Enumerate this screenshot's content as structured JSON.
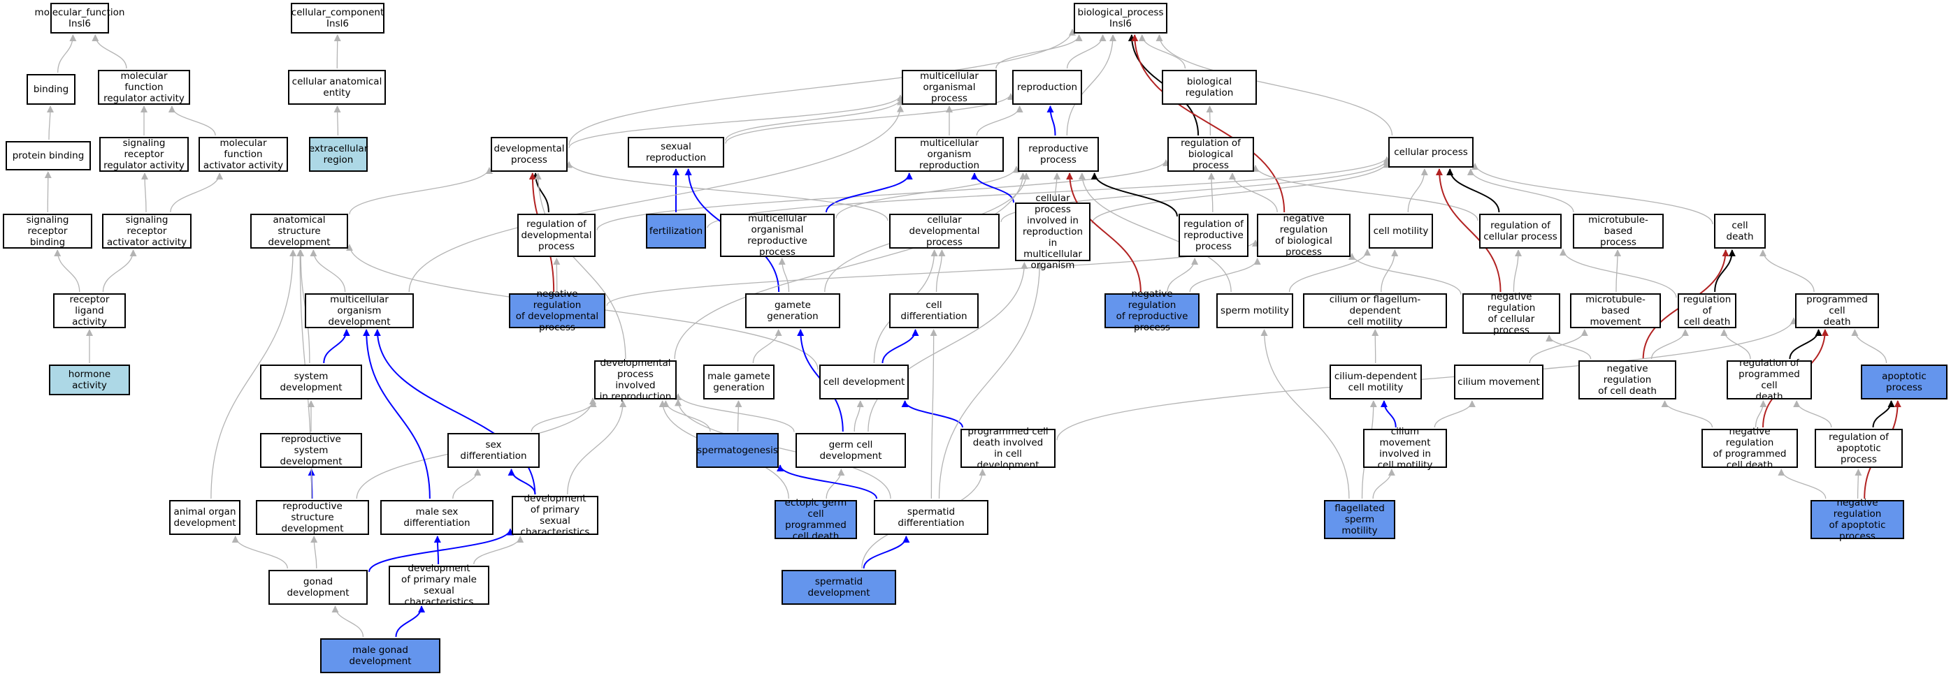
{
  "colors": {
    "is_a": "#b3b3b3",
    "part_of": "#0000ff",
    "regulates": "#000000",
    "negatively_regulates": "#b22222",
    "annotated_direct": "#6495ed",
    "annotated_root": "#add8e6"
  },
  "nodes": [
    {
      "id": "mf",
      "label": "molecular_function\nInsl6",
      "fill": ""
    },
    {
      "id": "binding",
      "label": "binding",
      "fill": ""
    },
    {
      "id": "mfreg",
      "label": "molecular function\nregulator activity",
      "fill": ""
    },
    {
      "id": "protbind",
      "label": "protein binding",
      "fill": ""
    },
    {
      "id": "sigrecreg",
      "label": "signaling receptor\nregulator activity",
      "fill": ""
    },
    {
      "id": "mfact",
      "label": "molecular function\nactivator activity",
      "fill": ""
    },
    {
      "id": "sigrecbind",
      "label": "signaling receptor\nbinding",
      "fill": ""
    },
    {
      "id": "sigrecact",
      "label": "signaling receptor\nactivator activity",
      "fill": ""
    },
    {
      "id": "rla",
      "label": "receptor ligand\nactivity",
      "fill": ""
    },
    {
      "id": "hormone",
      "label": "hormone activity",
      "fill": "lightblue"
    },
    {
      "id": "cc",
      "label": "cellular_component\nInsl6",
      "fill": ""
    },
    {
      "id": "cae",
      "label": "cellular anatomical\nentity",
      "fill": ""
    },
    {
      "id": "ecr",
      "label": "extracellular\nregion",
      "fill": "lightblue"
    },
    {
      "id": "bp",
      "label": "biological_process\nInsl6",
      "fill": ""
    },
    {
      "id": "mop",
      "label": "multicellular\norganismal process",
      "fill": ""
    },
    {
      "id": "repro",
      "label": "reproduction",
      "fill": ""
    },
    {
      "id": "bioreg",
      "label": "biological regulation",
      "fill": ""
    },
    {
      "id": "devproc",
      "label": "developmental\nprocess",
      "fill": ""
    },
    {
      "id": "sexrep",
      "label": "sexual reproduction",
      "fill": ""
    },
    {
      "id": "mor",
      "label": "multicellular\norganism reproduction",
      "fill": ""
    },
    {
      "id": "repproc",
      "label": "reproductive\nprocess",
      "fill": ""
    },
    {
      "id": "regbp",
      "label": "regulation of\nbiological process",
      "fill": ""
    },
    {
      "id": "cellproc",
      "label": "cellular process",
      "fill": ""
    },
    {
      "id": "asd",
      "label": "anatomical structure\ndevelopment",
      "fill": ""
    },
    {
      "id": "regdev",
      "label": "regulation of\ndevelopmental\nprocess",
      "fill": ""
    },
    {
      "id": "fert",
      "label": "fertilization",
      "fill": "blue"
    },
    {
      "id": "morp",
      "label": "multicellular\norganismal reproductive\nprocess",
      "fill": ""
    },
    {
      "id": "celldevp",
      "label": "cellular developmental\nprocess",
      "fill": ""
    },
    {
      "id": "cpirmo",
      "label": "cellular process\ninvolved in\nreproduction\nin multicellular\norganism",
      "fill": ""
    },
    {
      "id": "regrep",
      "label": "regulation of\nreproductive\nprocess",
      "fill": ""
    },
    {
      "id": "negregbp",
      "label": "negative regulation\nof biological\nprocess",
      "fill": ""
    },
    {
      "id": "cellmot",
      "label": "cell motility",
      "fill": ""
    },
    {
      "id": "regcp",
      "label": "regulation of\ncellular process",
      "fill": ""
    },
    {
      "id": "mtbp",
      "label": "microtubule-based\nprocess",
      "fill": ""
    },
    {
      "id": "celldeath",
      "label": "cell death",
      "fill": ""
    },
    {
      "id": "mod",
      "label": "multicellular\norganism development",
      "fill": ""
    },
    {
      "id": "negregdev",
      "label": "negative regulation\nof developmental\nprocess",
      "fill": "blue"
    },
    {
      "id": "gamgen",
      "label": "gamete generation",
      "fill": ""
    },
    {
      "id": "celldiff",
      "label": "cell differentiation",
      "fill": ""
    },
    {
      "id": "negregrep",
      "label": "negative regulation\nof reproductive\nprocess",
      "fill": "blue"
    },
    {
      "id": "spermmot",
      "label": "sperm motility",
      "fill": ""
    },
    {
      "id": "cofcm",
      "label": "cilium or flagellum-dependent\ncell motility",
      "fill": ""
    },
    {
      "id": "negregcp",
      "label": "negative regulation\nof cellular\nprocess",
      "fill": ""
    },
    {
      "id": "mtbm",
      "label": "microtubule-based\nmovement",
      "fill": ""
    },
    {
      "id": "regcd",
      "label": "regulation of\ncell death",
      "fill": ""
    },
    {
      "id": "pcd",
      "label": "programmed cell\ndeath",
      "fill": ""
    },
    {
      "id": "sysdev",
      "label": "system development",
      "fill": ""
    },
    {
      "id": "dpir",
      "label": "developmental\nprocess involved\nin reproduction",
      "fill": ""
    },
    {
      "id": "mgg",
      "label": "male gamete\ngeneration",
      "fill": ""
    },
    {
      "id": "celldev",
      "label": "cell development",
      "fill": ""
    },
    {
      "id": "cdcm",
      "label": "cilium-dependent\ncell motility",
      "fill": ""
    },
    {
      "id": "cilmov",
      "label": "cilium movement",
      "fill": ""
    },
    {
      "id": "negregcd",
      "label": "negative regulation\nof cell death",
      "fill": ""
    },
    {
      "id": "regpcd",
      "label": "regulation of\nprogrammed cell\ndeath",
      "fill": ""
    },
    {
      "id": "apop",
      "label": "apoptotic process",
      "fill": "blue"
    },
    {
      "id": "repsysdev",
      "label": "reproductive\nsystem development",
      "fill": ""
    },
    {
      "id": "sexdiff",
      "label": "sex differentiation",
      "fill": ""
    },
    {
      "id": "spermatogenesis",
      "label": "spermatogenesis",
      "fill": "blue"
    },
    {
      "id": "gcd",
      "label": "germ cell development",
      "fill": ""
    },
    {
      "id": "pcdicd",
      "label": "programmed cell\ndeath involved\nin cell development",
      "fill": ""
    },
    {
      "id": "cmicm",
      "label": "cilium movement\ninvolved in\ncell motility",
      "fill": ""
    },
    {
      "id": "negregpcd",
      "label": "negative regulation\nof programmed\ncell death",
      "fill": ""
    },
    {
      "id": "regapop",
      "label": "regulation of\napoptotic process",
      "fill": ""
    },
    {
      "id": "aod",
      "label": "animal organ\ndevelopment",
      "fill": ""
    },
    {
      "id": "rsd",
      "label": "reproductive\nstructure development",
      "fill": ""
    },
    {
      "id": "msd",
      "label": "male sex differentiation",
      "fill": ""
    },
    {
      "id": "dpsc",
      "label": "development\nof primary sexual\ncharacteristics",
      "fill": ""
    },
    {
      "id": "egcpcd",
      "label": "ectopic germ\ncell programmed\ncell death",
      "fill": "blue"
    },
    {
      "id": "sptdiff",
      "label": "spermatid differentiation",
      "fill": ""
    },
    {
      "id": "flagsm",
      "label": "flagellated\nsperm motility",
      "fill": "blue"
    },
    {
      "id": "negregapop",
      "label": "negative regulation\nof apoptotic\nprocess",
      "fill": "blue"
    },
    {
      "id": "gonaddev",
      "label": "gonad development",
      "fill": ""
    },
    {
      "id": "dpmsc",
      "label": "development\nof primary male\nsexual characteristics",
      "fill": ""
    },
    {
      "id": "sptdev",
      "label": "spermatid development",
      "fill": "blue"
    },
    {
      "id": "mgd",
      "label": "male gonad development",
      "fill": "blue"
    }
  ],
  "edges": [
    [
      "binding",
      "mf",
      "is_a"
    ],
    [
      "mfreg",
      "mf",
      "is_a"
    ],
    [
      "protbind",
      "binding",
      "is_a"
    ],
    [
      "sigrecreg",
      "mfreg",
      "is_a"
    ],
    [
      "mfact",
      "mfreg",
      "is_a"
    ],
    [
      "sigrecbind",
      "protbind",
      "is_a"
    ],
    [
      "sigrecact",
      "sigrecreg",
      "is_a"
    ],
    [
      "sigrecact",
      "mfact",
      "is_a"
    ],
    [
      "rla",
      "sigrecbind",
      "is_a"
    ],
    [
      "rla",
      "sigrecact",
      "is_a"
    ],
    [
      "hormone",
      "rla",
      "is_a"
    ],
    [
      "cae",
      "cc",
      "is_a"
    ],
    [
      "ecr",
      "cae",
      "is_a"
    ],
    [
      "mop",
      "bp",
      "is_a"
    ],
    [
      "repro",
      "bp",
      "is_a"
    ],
    [
      "bioreg",
      "bp",
      "is_a"
    ],
    [
      "devproc",
      "bp",
      "is_a"
    ],
    [
      "devproc",
      "mop",
      "is_a"
    ],
    [
      "sexrep",
      "mop",
      "is_a"
    ],
    [
      "sexrep",
      "repro",
      "is_a"
    ],
    [
      "mor",
      "mop",
      "is_a"
    ],
    [
      "mor",
      "repro",
      "is_a"
    ],
    [
      "repproc",
      "bp",
      "is_a"
    ],
    [
      "repproc",
      "repro",
      "part_of"
    ],
    [
      "regbp",
      "bp",
      "regulates"
    ],
    [
      "regbp",
      "bioreg",
      "is_a"
    ],
    [
      "cellproc",
      "bp",
      "is_a"
    ],
    [
      "asd",
      "devproc",
      "is_a"
    ],
    [
      "regdev",
      "devproc",
      "regulates"
    ],
    [
      "regdev",
      "regbp",
      "is_a"
    ],
    [
      "fert",
      "sexrep",
      "part_of"
    ],
    [
      "fert",
      "cellproc",
      "is_a"
    ],
    [
      "morp",
      "mor",
      "part_of"
    ],
    [
      "morp",
      "repproc",
      "is_a"
    ],
    [
      "celldevp",
      "devproc",
      "is_a"
    ],
    [
      "celldevp",
      "cellproc",
      "is_a"
    ],
    [
      "cpirmo",
      "mor",
      "part_of"
    ],
    [
      "cpirmo",
      "repproc",
      "is_a"
    ],
    [
      "cpirmo",
      "cellproc",
      "is_a"
    ],
    [
      "regrep",
      "repproc",
      "regulates"
    ],
    [
      "regrep",
      "regbp",
      "is_a"
    ],
    [
      "negregbp",
      "bp",
      "negatively_regulates"
    ],
    [
      "negregbp",
      "regbp",
      "is_a"
    ],
    [
      "cellmot",
      "cellproc",
      "is_a"
    ],
    [
      "regcp",
      "cellproc",
      "regulates"
    ],
    [
      "regcp",
      "regbp",
      "is_a"
    ],
    [
      "mtbp",
      "cellproc",
      "is_a"
    ],
    [
      "celldeath",
      "cellproc",
      "is_a"
    ],
    [
      "mod",
      "asd",
      "is_a"
    ],
    [
      "mod",
      "mop",
      "is_a"
    ],
    [
      "negregdev",
      "devproc",
      "negatively_regulates"
    ],
    [
      "negregdev",
      "regdev",
      "is_a"
    ],
    [
      "negregdev",
      "negregbp",
      "is_a"
    ],
    [
      "gamgen",
      "sexrep",
      "part_of"
    ],
    [
      "gamgen",
      "morp",
      "is_a"
    ],
    [
      "gamgen",
      "repproc",
      "is_a"
    ],
    [
      "celldiff",
      "celldevp",
      "is_a"
    ],
    [
      "negregrep",
      "repproc",
      "negatively_regulates"
    ],
    [
      "negregrep",
      "regrep",
      "is_a"
    ],
    [
      "negregrep",
      "negregbp",
      "is_a"
    ],
    [
      "spermmot",
      "cellmot",
      "is_a"
    ],
    [
      "spermmot",
      "repproc",
      "is_a"
    ],
    [
      "cofcm",
      "cellmot",
      "is_a"
    ],
    [
      "negregcp",
      "cellproc",
      "negatively_regulates"
    ],
    [
      "negregcp",
      "regcp",
      "is_a"
    ],
    [
      "negregcp",
      "negregbp",
      "is_a"
    ],
    [
      "mtbm",
      "mtbp",
      "is_a"
    ],
    [
      "regcd",
      "celldeath",
      "regulates"
    ],
    [
      "regcd",
      "regcp",
      "is_a"
    ],
    [
      "pcd",
      "celldeath",
      "is_a"
    ],
    [
      "sysdev",
      "asd",
      "is_a"
    ],
    [
      "sysdev",
      "mod",
      "part_of"
    ],
    [
      "dpir",
      "devproc",
      "is_a"
    ],
    [
      "dpir",
      "repproc",
      "is_a"
    ],
    [
      "mgg",
      "gamgen",
      "is_a"
    ],
    [
      "celldev",
      "celldevp",
      "is_a"
    ],
    [
      "celldev",
      "celldiff",
      "part_of"
    ],
    [
      "celldev",
      "asd",
      "is_a"
    ],
    [
      "cdcm",
      "cofcm",
      "is_a"
    ],
    [
      "cilmov",
      "mtbm",
      "is_a"
    ],
    [
      "negregcd",
      "celldeath",
      "negatively_regulates"
    ],
    [
      "negregcd",
      "regcd",
      "is_a"
    ],
    [
      "negregcd",
      "negregcp",
      "is_a"
    ],
    [
      "regpcd",
      "pcd",
      "regulates"
    ],
    [
      "regpcd",
      "regcd",
      "is_a"
    ],
    [
      "apop",
      "pcd",
      "is_a"
    ],
    [
      "repsysdev",
      "sysdev",
      "is_a"
    ],
    [
      "sexdiff",
      "dpir",
      "is_a"
    ],
    [
      "spermatogenesis",
      "mgg",
      "is_a"
    ],
    [
      "spermatogenesis",
      "dpir",
      "is_a"
    ],
    [
      "gcd",
      "gamgen",
      "part_of"
    ],
    [
      "gcd",
      "celldev",
      "is_a"
    ],
    [
      "gcd",
      "dpir",
      "is_a"
    ],
    [
      "gcd",
      "cpirmo",
      "is_a"
    ],
    [
      "pcdicd",
      "celldev",
      "part_of"
    ],
    [
      "pcdicd",
      "pcd",
      "is_a"
    ],
    [
      "cmicm",
      "cdcm",
      "part_of"
    ],
    [
      "cmicm",
      "cilmov",
      "is_a"
    ],
    [
      "negregpcd",
      "pcd",
      "negatively_regulates"
    ],
    [
      "negregpcd",
      "regpcd",
      "is_a"
    ],
    [
      "negregpcd",
      "negregcd",
      "is_a"
    ],
    [
      "regapop",
      "apop",
      "regulates"
    ],
    [
      "regapop",
      "regpcd",
      "is_a"
    ],
    [
      "aod",
      "asd",
      "is_a"
    ],
    [
      "rsd",
      "repsysdev",
      "part_of"
    ],
    [
      "rsd",
      "asd",
      "is_a"
    ],
    [
      "rsd",
      "dpir",
      "is_a"
    ],
    [
      "msd",
      "sexdiff",
      "is_a"
    ],
    [
      "msd",
      "mod",
      "part_of"
    ],
    [
      "dpsc",
      "sexdiff",
      "part_of"
    ],
    [
      "dpsc",
      "mod",
      "part_of"
    ],
    [
      "dpsc",
      "dpir",
      "is_a"
    ],
    [
      "egcpcd",
      "gcd",
      "is_a"
    ],
    [
      "egcpcd",
      "dpir",
      "is_a"
    ],
    [
      "sptdiff",
      "spermatogenesis",
      "part_of"
    ],
    [
      "sptdiff",
      "celldiff",
      "is_a"
    ],
    [
      "sptdiff",
      "dpir",
      "is_a"
    ],
    [
      "sptdiff",
      "cpirmo",
      "is_a"
    ],
    [
      "flagsm",
      "spermmot",
      "is_a"
    ],
    [
      "flagsm",
      "cdcm",
      "is_a"
    ],
    [
      "flagsm",
      "cmicm",
      "is_a"
    ],
    [
      "negregapop",
      "apop",
      "negatively_regulates"
    ],
    [
      "negregapop",
      "regapop",
      "is_a"
    ],
    [
      "negregapop",
      "negregpcd",
      "is_a"
    ],
    [
      "gonaddev",
      "aod",
      "is_a"
    ],
    [
      "gonaddev",
      "rsd",
      "is_a"
    ],
    [
      "gonaddev",
      "dpsc",
      "part_of"
    ],
    [
      "dpmsc",
      "msd",
      "part_of"
    ],
    [
      "dpmsc",
      "dpsc",
      "is_a"
    ],
    [
      "sptdev",
      "sptdiff",
      "part_of"
    ],
    [
      "sptdev",
      "pcdicd",
      "is_a"
    ],
    [
      "mgd",
      "gonaddev",
      "is_a"
    ],
    [
      "mgd",
      "dpmsc",
      "part_of"
    ]
  ]
}
